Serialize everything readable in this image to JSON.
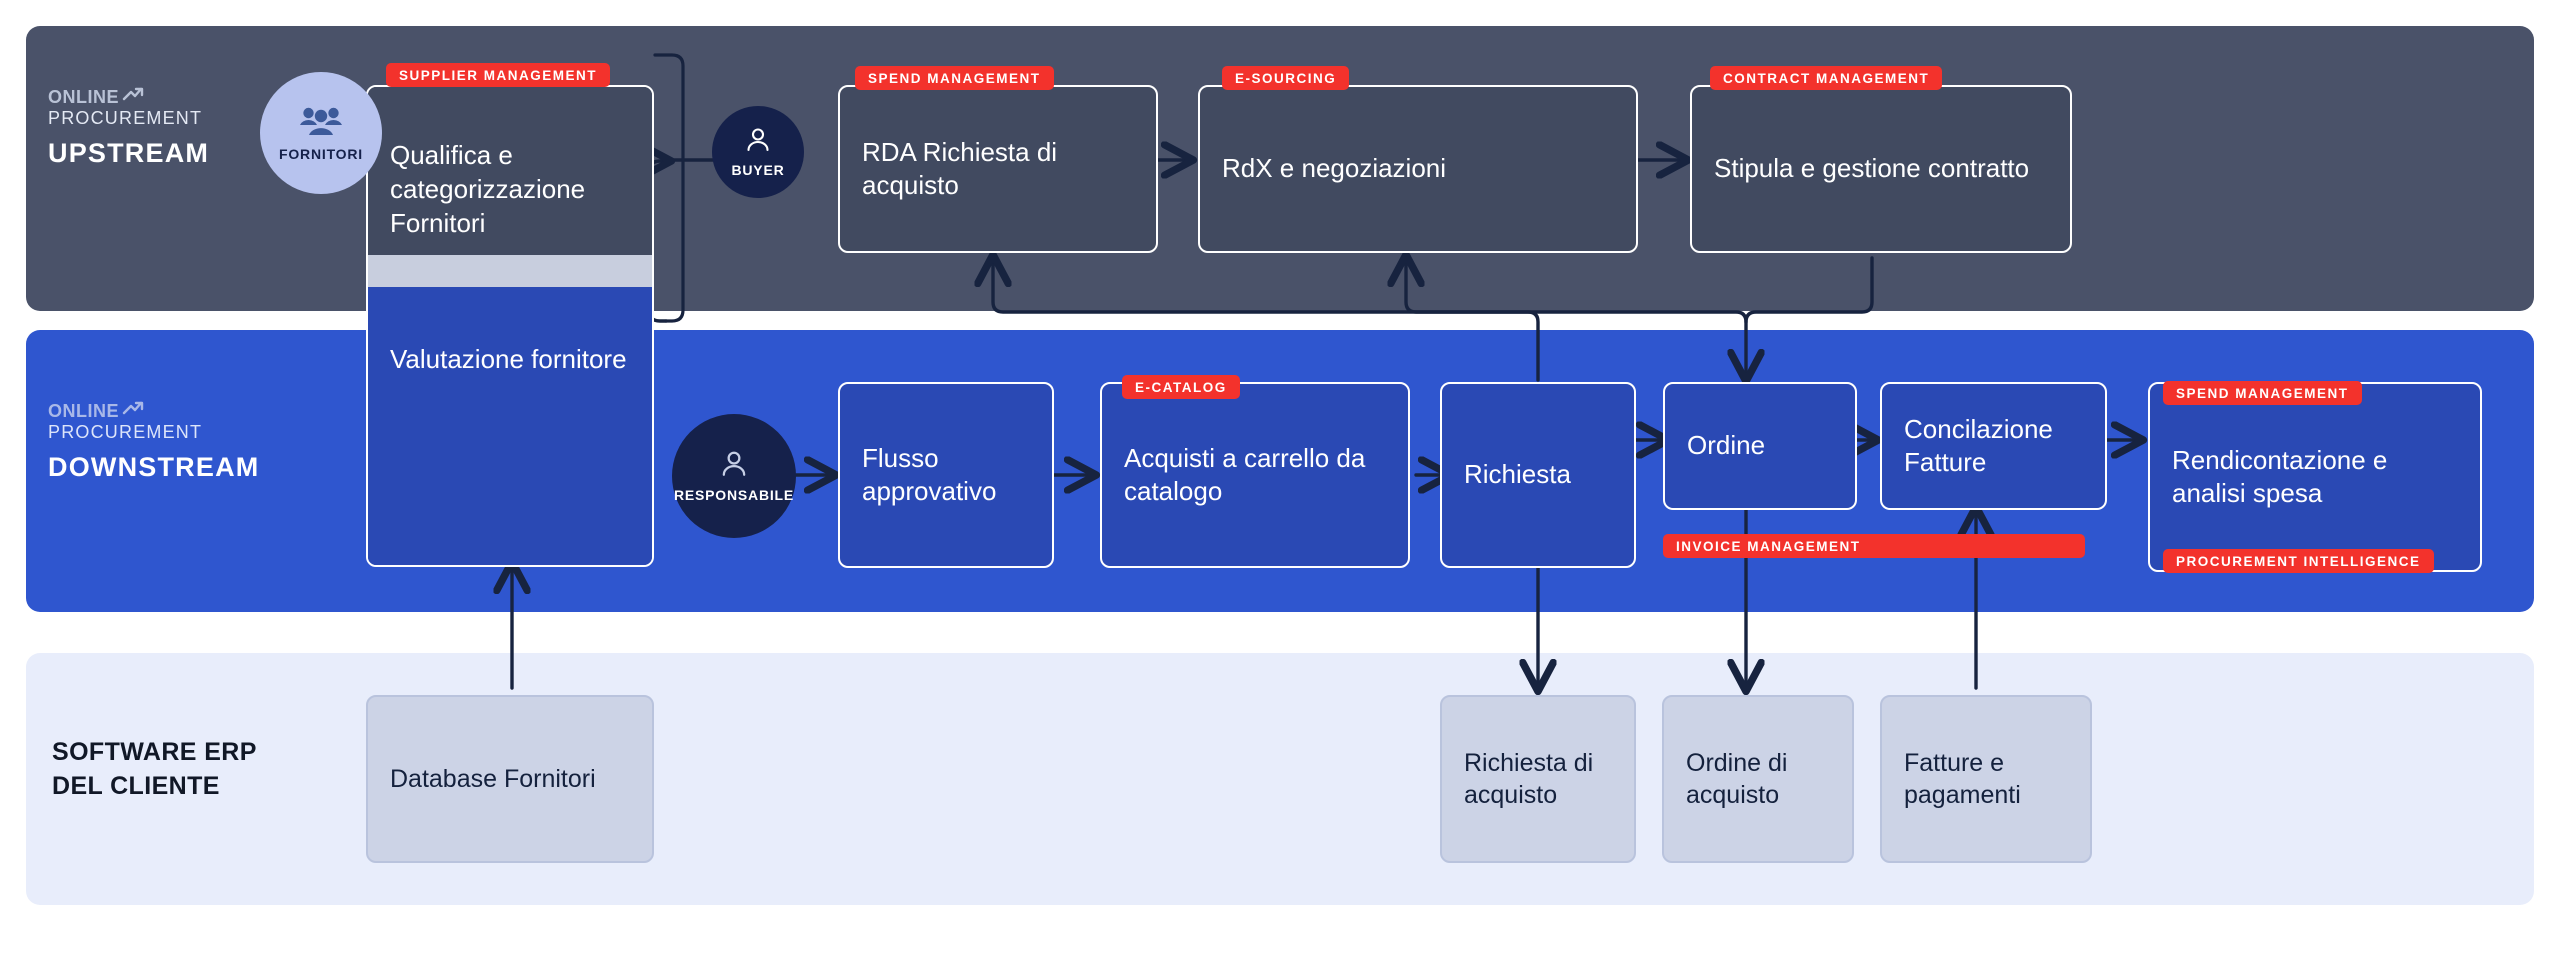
{
  "bands": {
    "upstream": {
      "logo_top": "ONLINE",
      "logo_sub": "PROCUREMENT",
      "name": "UPSTREAM"
    },
    "downstream": {
      "logo_top": "ONLINE",
      "logo_sub": "PROCUREMENT",
      "name": "DOWNSTREAM"
    },
    "erp": {
      "title_line1": "SOFTWARE ERP",
      "title_line2": "DEL CLIENTE"
    }
  },
  "personas": [
    {
      "label": "FORNITORI",
      "icon": "users-icon"
    },
    {
      "label": "BUYER",
      "icon": "person-icon"
    },
    {
      "label": "RESPONSABILE",
      "icon": "person-icon"
    }
  ],
  "upstream_nodes": [
    {
      "tag": "SUPPLIER MANAGEMENT",
      "label": "Qualifica e categorizzazione Fornitori"
    },
    {
      "tag": "SPEND MANAGEMENT",
      "label": "RDA Richiesta di acquisto"
    },
    {
      "tag": "E-SOURCING",
      "label": "RdX e negoziazioni"
    },
    {
      "tag": "CONTRACT MANAGEMENT",
      "label": "Stipula e gestione contratto"
    }
  ],
  "downstream_nodes": [
    {
      "tag": "",
      "label": "Valutazione fornitore"
    },
    {
      "tag": "",
      "label": "Flusso approvativo"
    },
    {
      "tag": "E-CATALOG",
      "label": "Acquisti a carrello da catalogo"
    },
    {
      "tag": "",
      "label": "Richiesta"
    },
    {
      "tag": "INVOICE MANAGEMENT",
      "label": "Ordine"
    },
    {
      "tag": "",
      "label": "Concilazione Fatture"
    },
    {
      "tag": "SPEND MANAGEMENT",
      "tag2": "PROCUREMENT INTELLIGENCE",
      "label": "Rendicontazione e analisi spesa"
    }
  ],
  "erp_nodes": [
    {
      "label": "Database Fornitori"
    },
    {
      "label": "Richiesta di acquisto"
    },
    {
      "label": "Ordine di acquisto"
    },
    {
      "label": "Fatture e pagamenti"
    }
  ],
  "colors": {
    "upstream_band": "#4a5269",
    "downstream_band": "#2f56cf",
    "erp_band": "#e8edfb",
    "tag_red": "#f3322c",
    "node_up": "#414a60",
    "node_down": "#2a49b4",
    "node_erp": "#ccd3e6",
    "arrow": "#17233f"
  }
}
